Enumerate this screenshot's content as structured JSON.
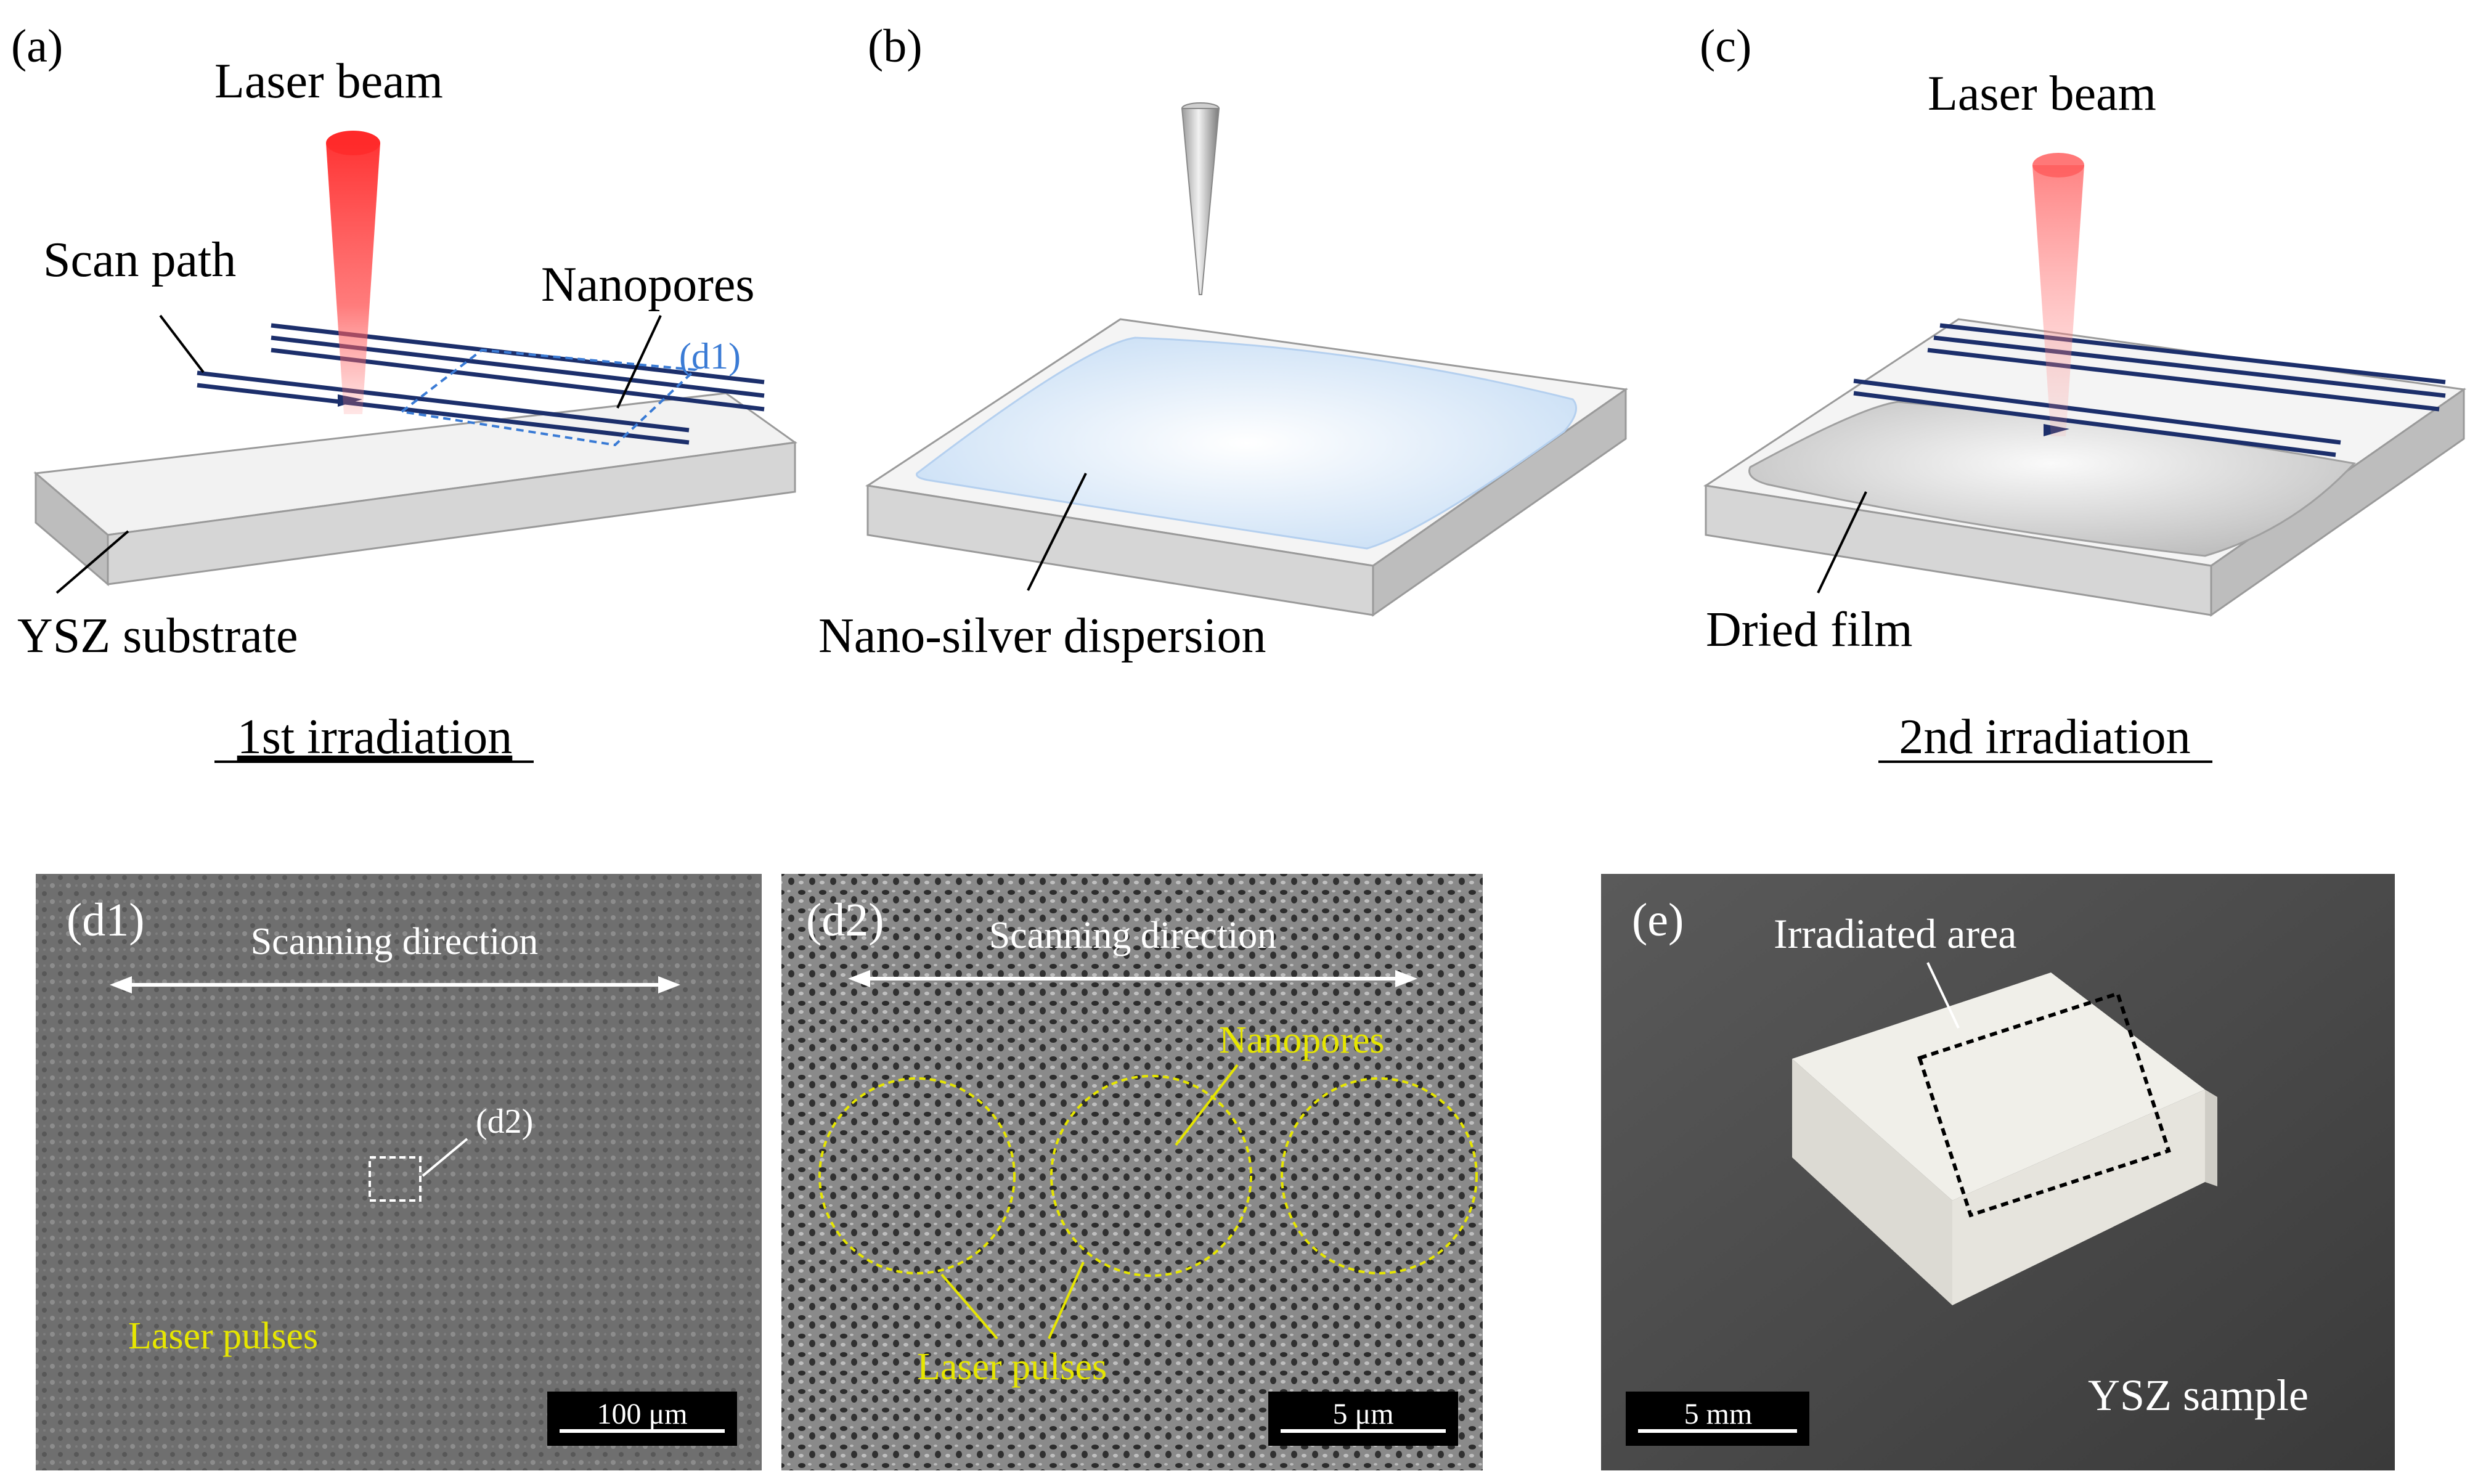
{
  "panels": {
    "a": {
      "tag": "(a)",
      "laser_label": "Laser beam",
      "scan_label": "Scan path",
      "nanopores_label": "Nanopores",
      "d1_ref": "(d1)",
      "substrate_label": "YSZ substrate",
      "caption": "1st irradiation"
    },
    "b": {
      "tag": "(b)",
      "dispersion_label": "Nano-silver dispersion"
    },
    "c": {
      "tag": "(c)",
      "laser_label": "Laser beam",
      "film_label": "Dried film",
      "caption": "2nd irradiation"
    },
    "d1": {
      "tag": "(d1)",
      "scan_dir": "Scanning direction",
      "inset_ref": "(d2)",
      "pulses_label": "Laser pulses",
      "scale": "100 μm"
    },
    "d2": {
      "tag": "(d2)",
      "scan_dir": "Scanning direction",
      "nanopores_label": "Nanopores",
      "pulses_label": "Laser pulses",
      "scale": "5 μm"
    },
    "e": {
      "tag": "(e)",
      "area_label": "Irradiated area",
      "scale": "5 mm",
      "sample_label": "YSZ sample"
    }
  },
  "colors": {
    "laser": "#ff3b3b",
    "scan_path": "#1c2f6b",
    "dashed_box": "#3a7bd5",
    "annotation": "#e6e600",
    "sem_background": "#6e6e6e",
    "photo_background": "#4a4a4a"
  }
}
